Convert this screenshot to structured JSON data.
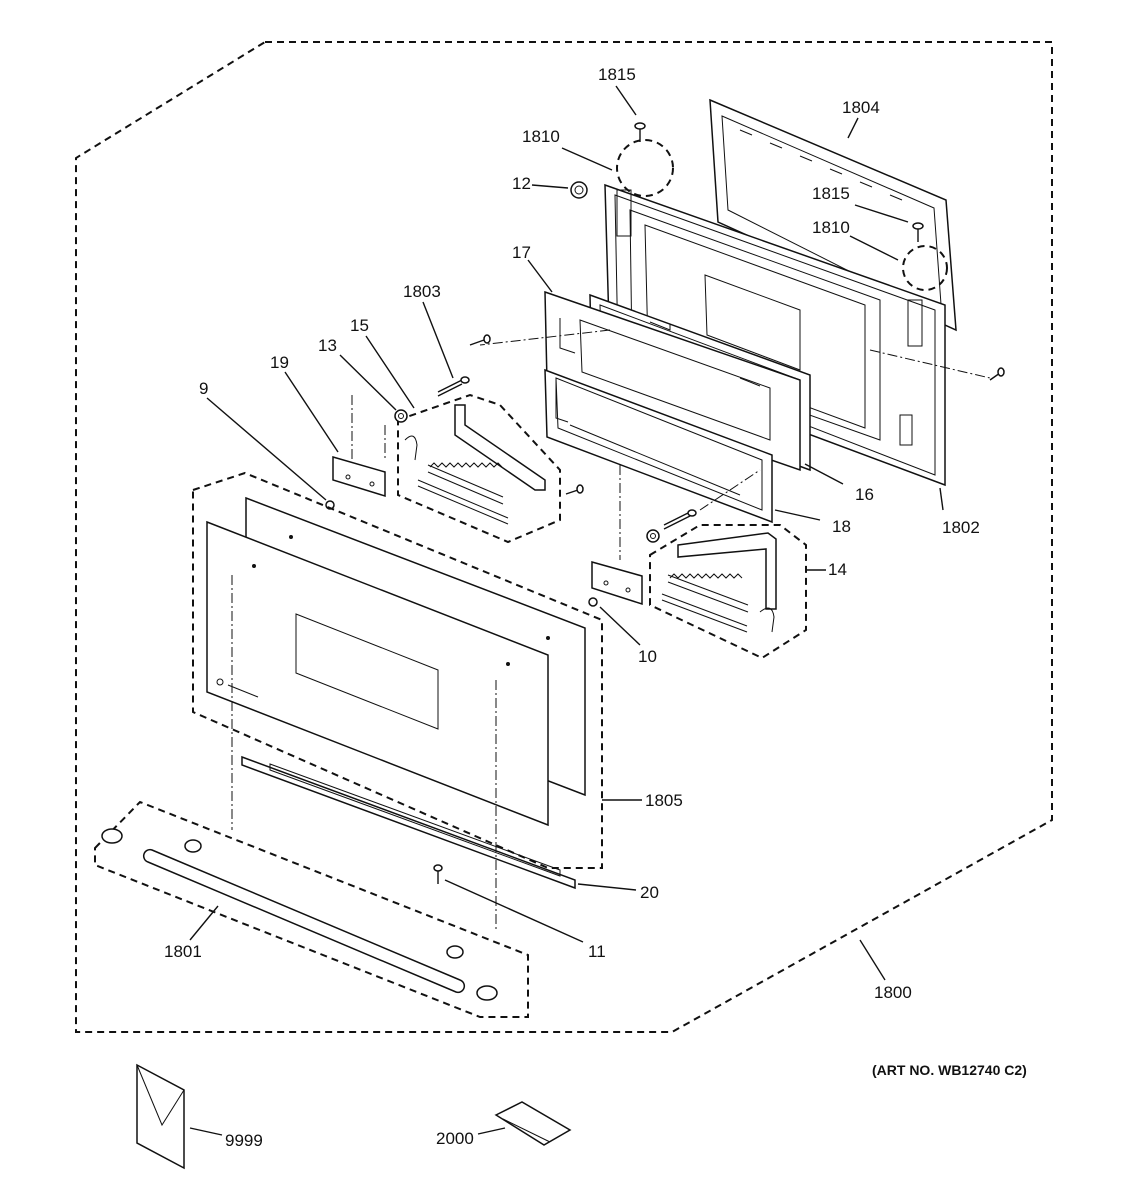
{
  "labels": {
    "l1815a": "1815",
    "l1804": "1804",
    "l1810a": "1810",
    "l12": "12",
    "l1815b": "1815",
    "l1810b": "1810",
    "l17": "17",
    "l1803": "1803",
    "l15": "15",
    "l13": "13",
    "l19": "19",
    "l9": "9",
    "l16": "16",
    "l1802": "1802",
    "l18": "18",
    "l14": "14",
    "l10": "10",
    "l1805": "1805",
    "l20": "20",
    "l11": "11",
    "l1801": "1801",
    "l1800": "1800",
    "l9999": "9999",
    "l2000": "2000"
  },
  "art_number": "(ART NO. WB12740 C2)"
}
